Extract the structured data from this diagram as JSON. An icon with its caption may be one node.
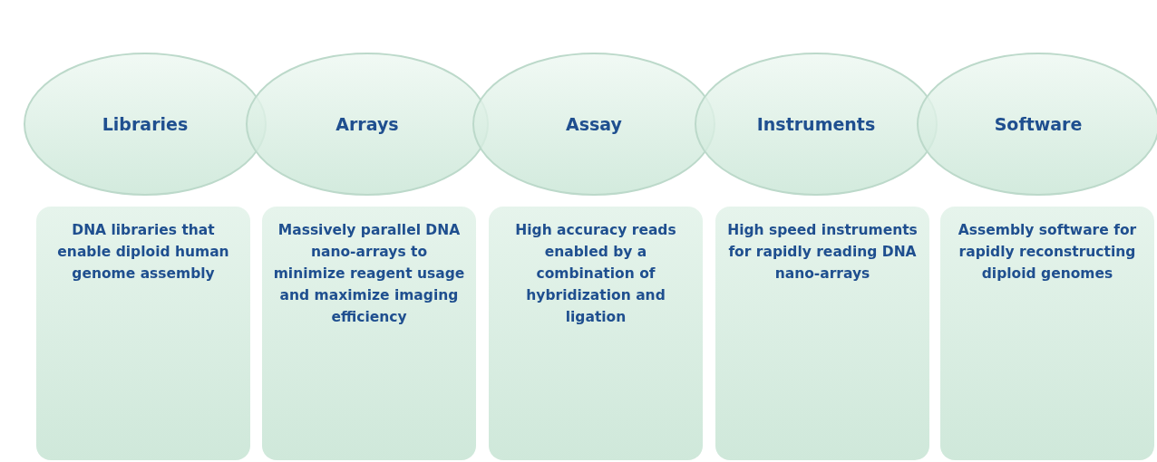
{
  "diagram": {
    "nodes": [
      {
        "text": [
          "Libraries"
        ]
      },
      {
        "text": [
          "Arrays"
        ]
      },
      {
        "text": [
          "Assay"
        ]
      },
      {
        "text": [
          "Instruments"
        ]
      },
      {
        "text": [
          "Software"
        ]
      },
      {
        "text": [
          "DNA libraries that enable diploid human genome assembly"
        ]
      },
      {
        "text": [
          "Massively parallel DNA nano-arrays to minimize reagent usage and maximize imaging efficiency"
        ]
      },
      {
        "text": [
          "High accuracy reads enabled by a combination of hybridization and ligation"
        ]
      },
      {
        "text": [
          "High speed instruments for rapidly reading DNA nano-arrays"
        ]
      },
      {
        "text": [
          "Assembly software for rapidly reconstructing diploid genomes"
        ]
      }
    ]
  }
}
